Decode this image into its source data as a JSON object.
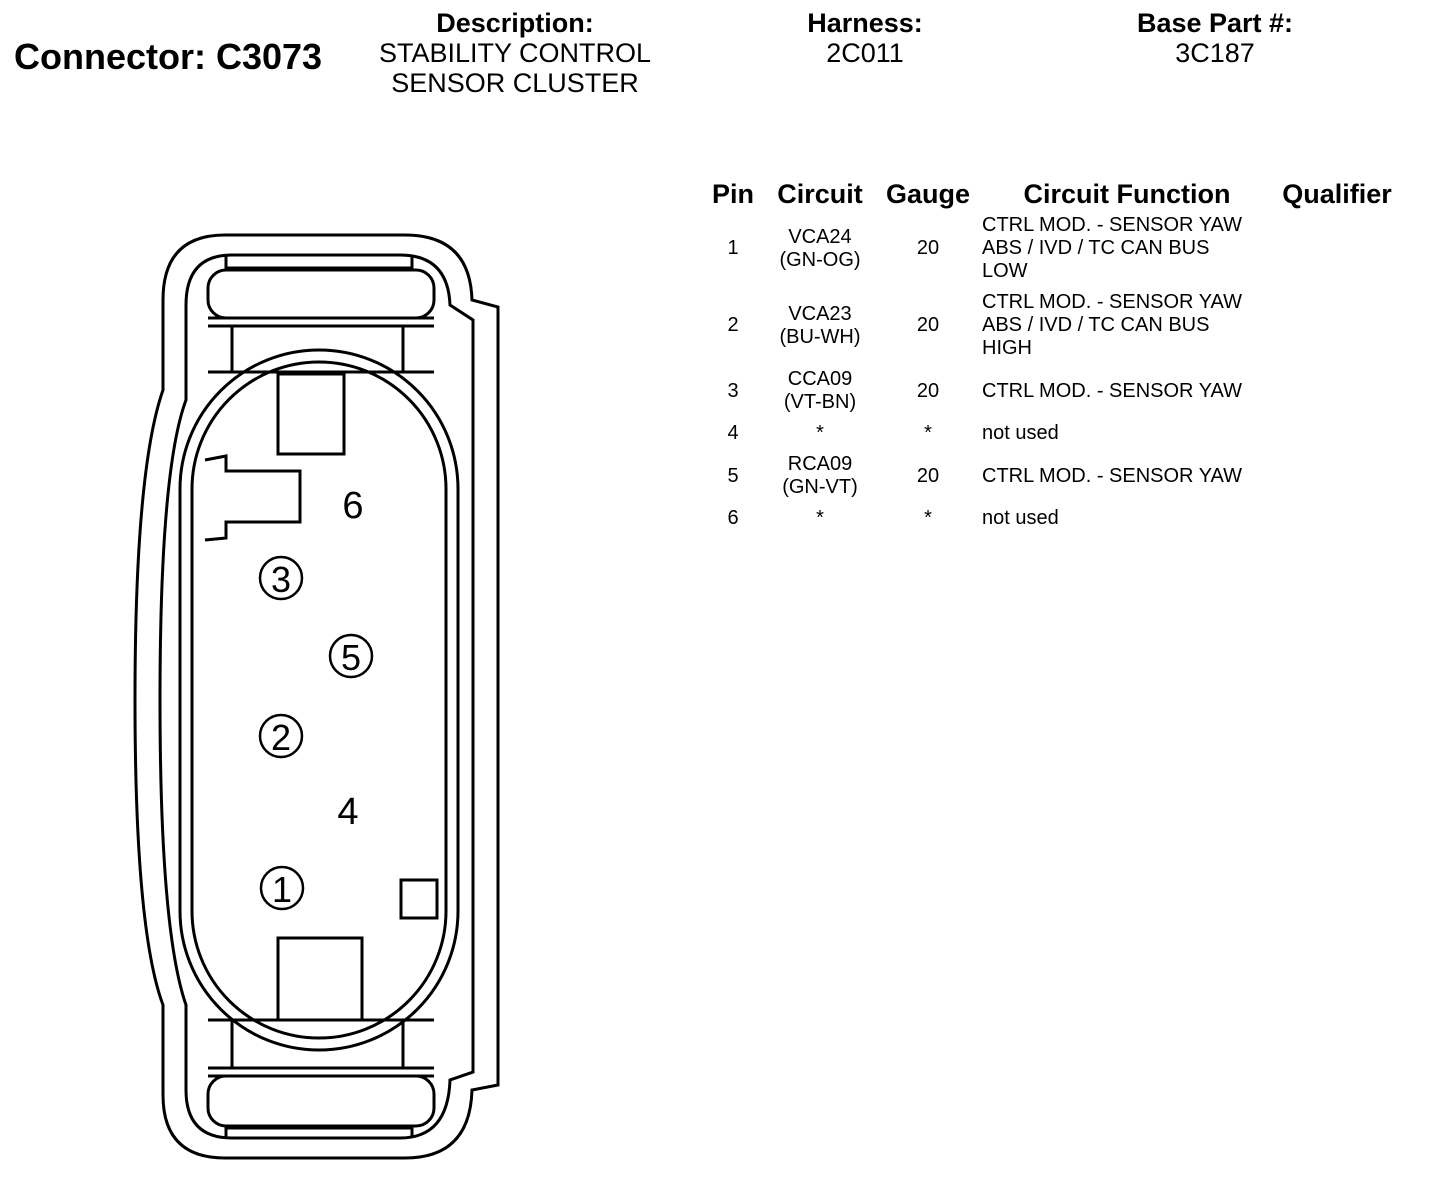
{
  "connector_title": "Connector: C3073",
  "description": {
    "label": "Description:",
    "line1": "STABILITY CONTROL",
    "line2": "SENSOR CLUSTER"
  },
  "harness": {
    "label": "Harness:",
    "value": "2C011"
  },
  "base_part": {
    "label": "Base Part #:",
    "value": "3C187"
  },
  "table": {
    "headers": {
      "pin": "Pin",
      "circuit": "Circuit",
      "gauge": "Gauge",
      "function": "Circuit Function",
      "qualifier": "Qualifier"
    },
    "rows": [
      {
        "pin": "1",
        "circuit_code": "VCA24",
        "circuit_color": "(GN-OG)",
        "gauge": "20",
        "function": [
          "CTRL MOD. - SENSOR YAW",
          "ABS / IVD / TC CAN BUS",
          "LOW"
        ]
      },
      {
        "pin": "2",
        "circuit_code": "VCA23",
        "circuit_color": "(BU-WH)",
        "gauge": "20",
        "function": [
          "CTRL MOD. - SENSOR YAW",
          "ABS / IVD / TC CAN BUS",
          "HIGH"
        ]
      },
      {
        "pin": "3",
        "circuit_code": "CCA09",
        "circuit_color": "(VT-BN)",
        "gauge": "20",
        "function": [
          "CTRL MOD. - SENSOR YAW"
        ]
      },
      {
        "pin": "4",
        "circuit_code": "*",
        "circuit_color": "",
        "gauge": "*",
        "function": [
          "not used"
        ]
      },
      {
        "pin": "5",
        "circuit_code": "RCA09",
        "circuit_color": "(GN-VT)",
        "gauge": "20",
        "function": [
          "CTRL MOD. - SENSOR YAW"
        ]
      },
      {
        "pin": "6",
        "circuit_code": "*",
        "circuit_color": "",
        "gauge": "*",
        "function": [
          "not used"
        ]
      }
    ]
  },
  "diagram": {
    "pin_labels": [
      {
        "num": "6",
        "circled": false
      },
      {
        "num": "3",
        "circled": true
      },
      {
        "num": "5",
        "circled": true
      },
      {
        "num": "2",
        "circled": true
      },
      {
        "num": "4",
        "circled": false
      },
      {
        "num": "1",
        "circled": true
      }
    ]
  }
}
